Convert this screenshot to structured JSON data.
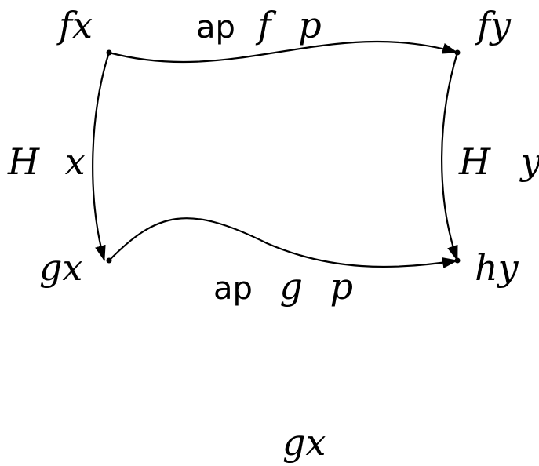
{
  "nodes": {
    "top_left": "fx",
    "top_right": "fy",
    "bottom_left": "gx",
    "bottom_right": "hy",
    "stray": "gx"
  },
  "edges": {
    "top": {
      "fn": "ap",
      "arg1": "f",
      "arg2": "p"
    },
    "bottom": {
      "fn": "ap",
      "arg1": "g",
      "arg2": "p"
    },
    "left": {
      "fn": "H",
      "arg": "x"
    },
    "right": {
      "fn": "H",
      "arg": "y"
    }
  },
  "colors": {
    "ink": "#000000",
    "background": "#ffffff"
  }
}
